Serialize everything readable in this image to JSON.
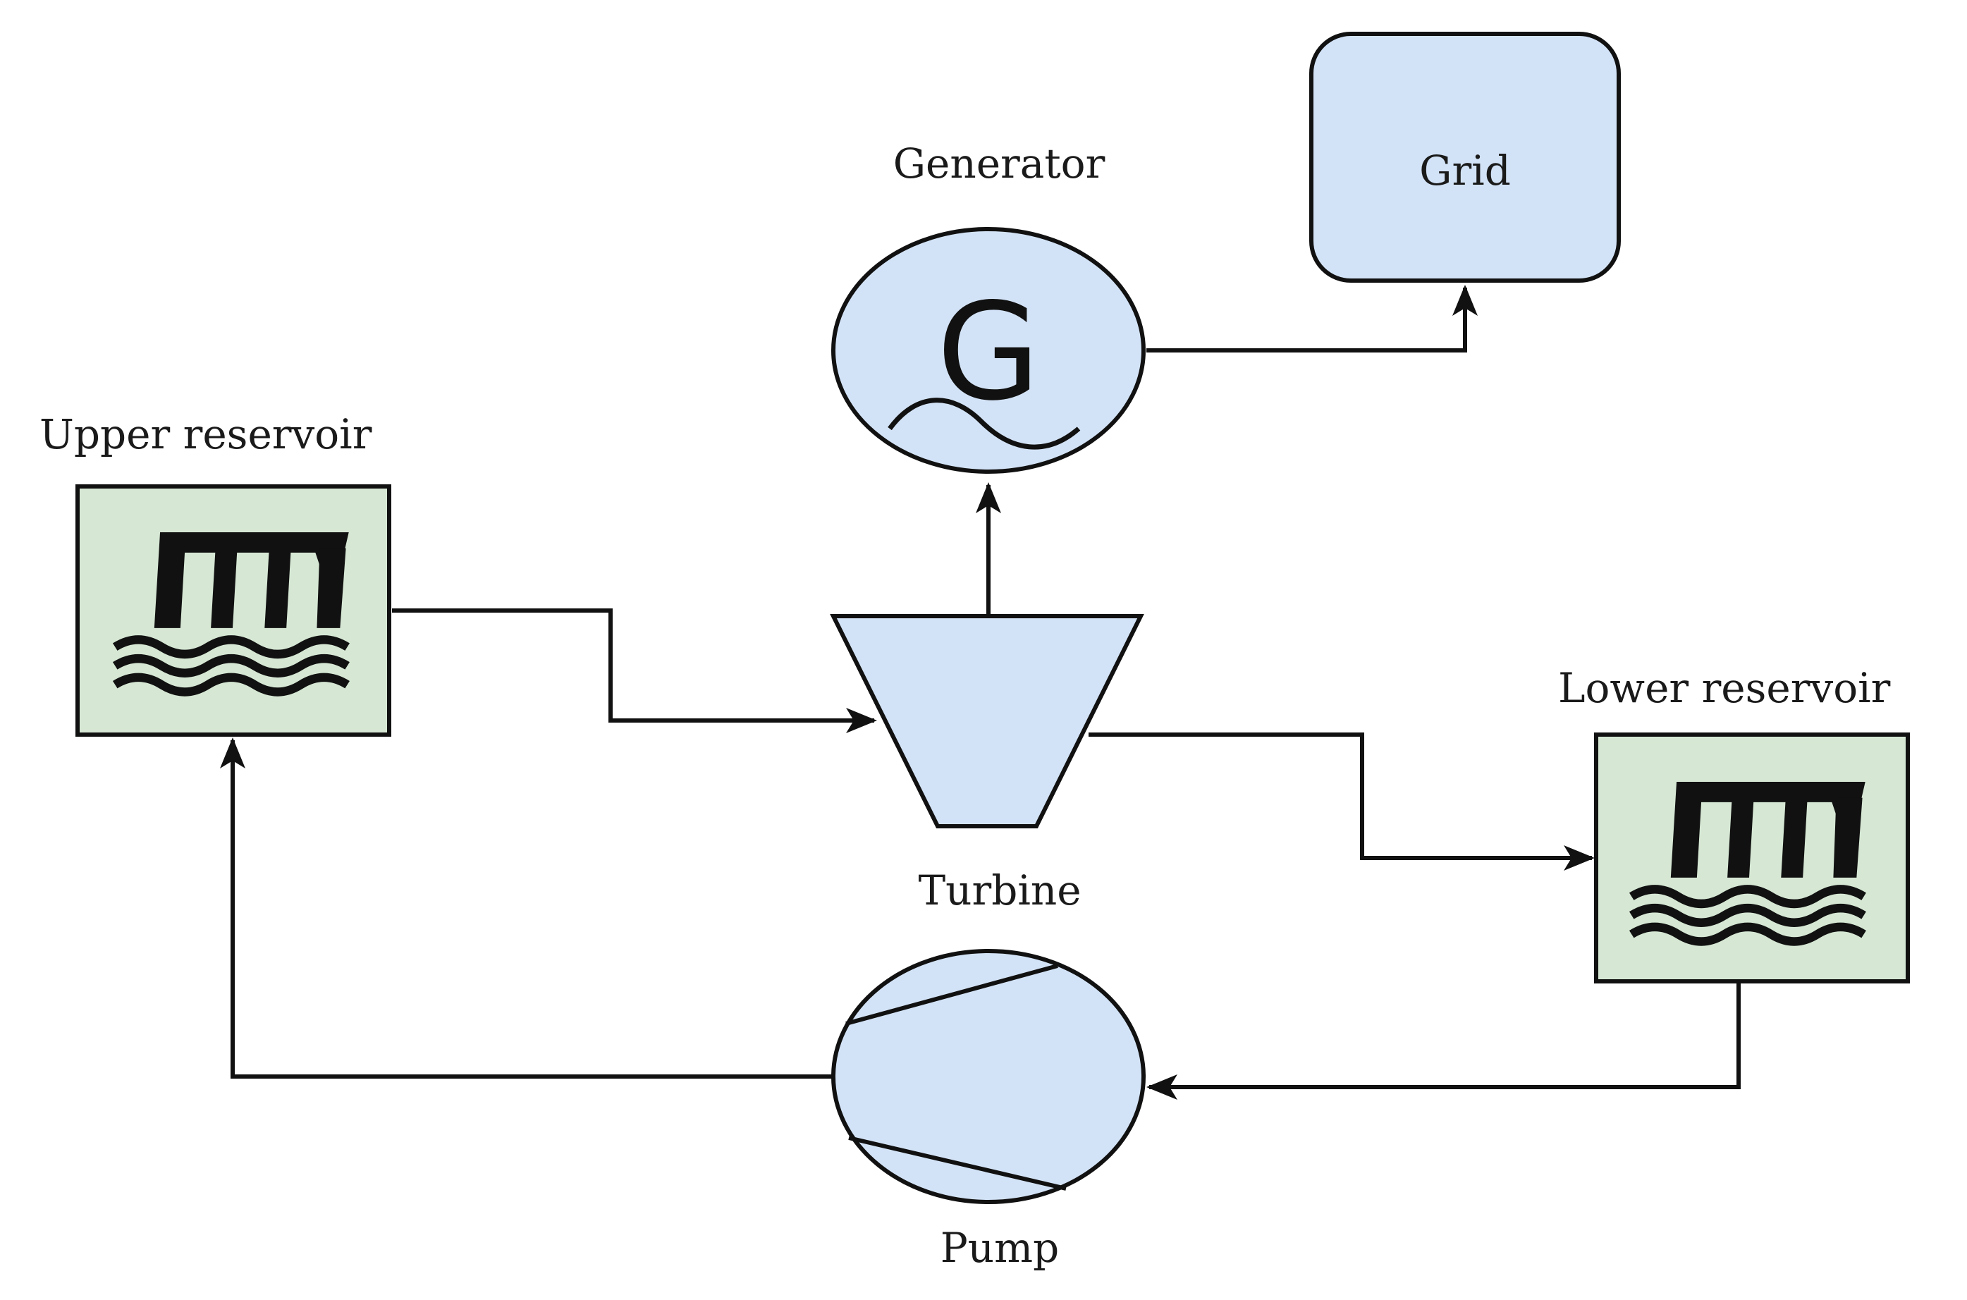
{
  "colors": {
    "blue_fill": "#d3e3f7",
    "green_fill": "#d6e8d4",
    "stroke": "#111111"
  },
  "nodes": {
    "upper_reservoir": {
      "label": "Upper reservoir",
      "icon": "dam-icon"
    },
    "lower_reservoir": {
      "label": "Lower reservoir",
      "icon": "dam-icon"
    },
    "turbine": {
      "label": "Turbine"
    },
    "generator": {
      "label": "Generator",
      "symbol": "G"
    },
    "grid": {
      "label": "Grid"
    },
    "pump": {
      "label": "Pump"
    }
  },
  "edges": [
    {
      "from": "Upper reservoir",
      "to": "Turbine"
    },
    {
      "from": "Turbine",
      "to": "Generator"
    },
    {
      "from": "Generator",
      "to": "Grid"
    },
    {
      "from": "Turbine",
      "to": "Lower reservoir"
    },
    {
      "from": "Lower reservoir",
      "to": "Pump"
    },
    {
      "from": "Pump",
      "to": "Upper reservoir"
    }
  ]
}
